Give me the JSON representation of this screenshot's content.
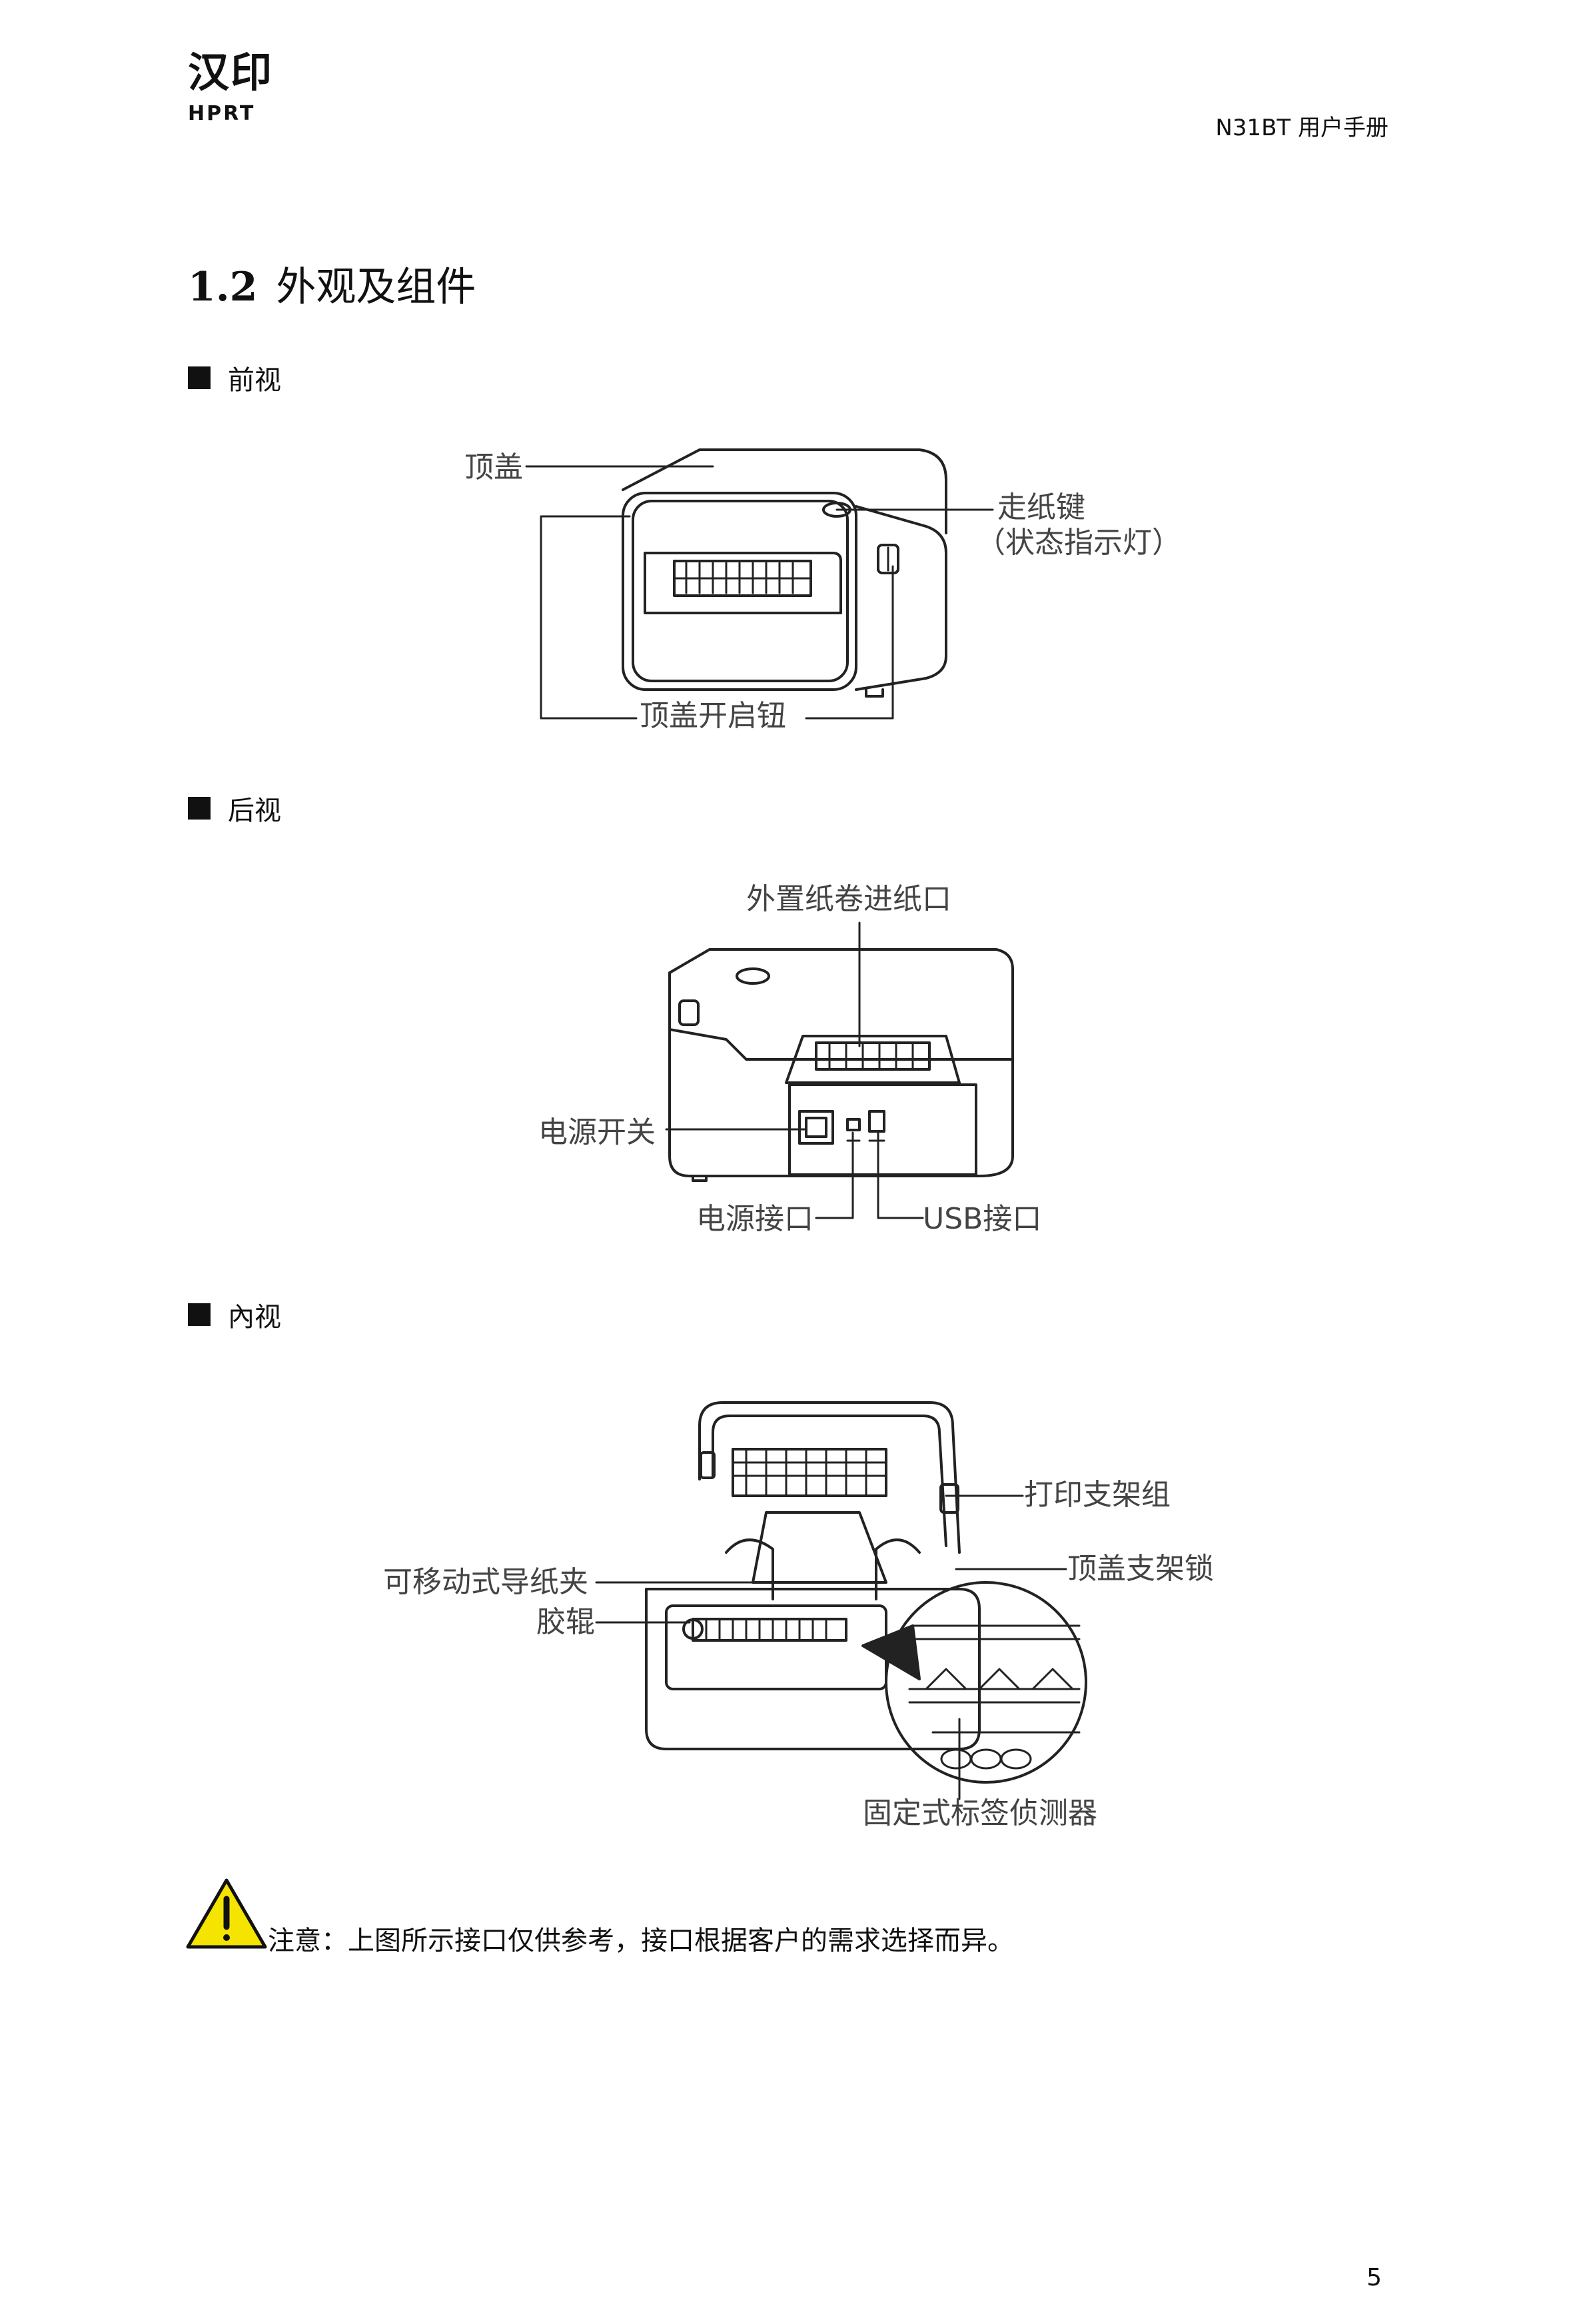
{
  "header": {
    "logo_cn": "汉印",
    "logo_en": "HPRT",
    "doc_title": "N31BT  用户手册"
  },
  "section": {
    "number": "1.2",
    "title": "外观及组件"
  },
  "front_view": {
    "heading": "前视",
    "labels": {
      "top_cover": "顶盖",
      "feed_key": "走纸键",
      "status_light": "（状态指示灯）",
      "cover_open_button": "顶盖开启钮"
    }
  },
  "rear_view": {
    "heading": "后视",
    "labels": {
      "external_paper_inlet": "外置纸卷进纸口",
      "power_switch": "电源开关",
      "power_port": "电源接口",
      "usb_port": "USB接口"
    }
  },
  "inner_view": {
    "heading": "內视",
    "labels": {
      "print_bracket": "打印支架组",
      "cover_bracket_lock": "顶盖支架锁",
      "movable_guide": "可移动式导纸夹",
      "roller": "胶辊",
      "label_sensor": "固定式标签侦测器"
    }
  },
  "note": {
    "icon": "warning-icon",
    "text": "注意：上图所示接口仅供参考，接口根据客户的需求选择而异。"
  },
  "footer": {
    "page_number": "5"
  }
}
